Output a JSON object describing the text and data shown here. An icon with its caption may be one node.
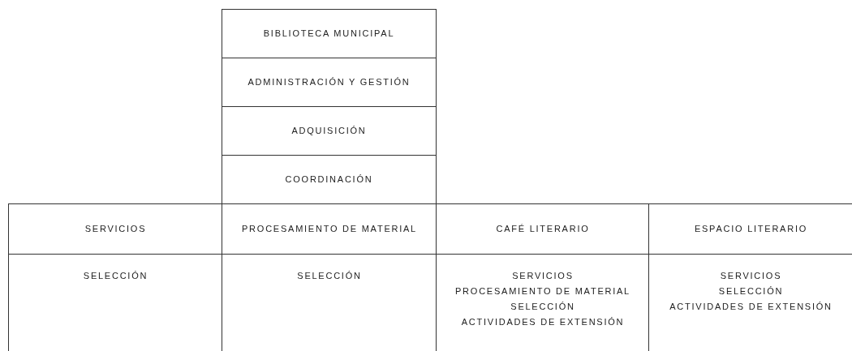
{
  "diagram": {
    "nodes": [
      {
        "text": [
          "BIBLIOTECA MUNICIPAL"
        ]
      },
      {
        "text": [
          "ADMINISTRACIÓN Y GESTIÓN"
        ]
      },
      {
        "text": [
          "ADQUISICIÓN"
        ]
      },
      {
        "text": [
          "COORDINACIÓN"
        ]
      },
      {
        "text": [
          "SERVICIOS"
        ]
      },
      {
        "text": [
          "PROCESAMIENTO DE MATERIAL"
        ]
      },
      {
        "text": [
          "CAFÉ LITERARIO"
        ]
      },
      {
        "text": [
          "ESPACIO LITERARIO"
        ]
      },
      {
        "text": [
          "SELECCIÓN"
        ]
      },
      {
        "text": [
          "SELECCIÓN"
        ]
      },
      {
        "text": [
          "SERVICIOS",
          "PROCESAMIENTO DE MATERIAL",
          "SELECCIÓN",
          "ACTIVIDADES DE EXTENSIÓN"
        ]
      },
      {
        "text": [
          "SERVICIOS",
          "SELECCIÓN",
          "ACTIVIDADES DE EXTENSIÓN"
        ]
      }
    ]
  }
}
